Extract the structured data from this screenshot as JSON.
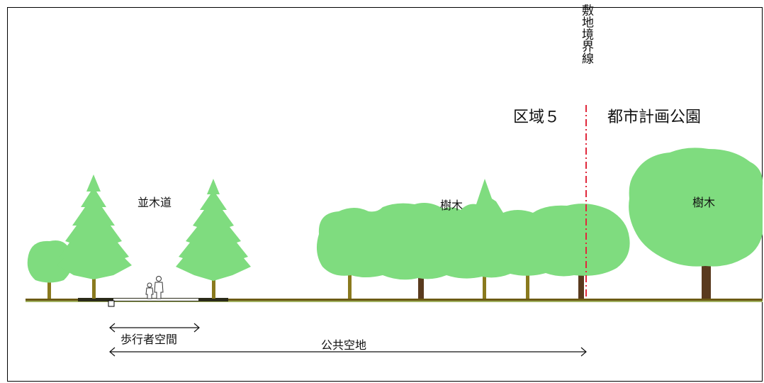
{
  "labels": {
    "zone": "区域５",
    "park": "都市計画公園",
    "boundary": "敷地境界線",
    "avenue": "並木道",
    "trees_center": "樹木",
    "trees_right": "樹木",
    "walkway": "歩行者空間",
    "public_space": "公共空地"
  },
  "colors": {
    "foliage": "#7fdc7f",
    "trunk_light": "#8a7a1e",
    "trunk_dark": "#5a3a1e",
    "ground": "#6b5a14",
    "boundary_line": "#e0283c"
  }
}
